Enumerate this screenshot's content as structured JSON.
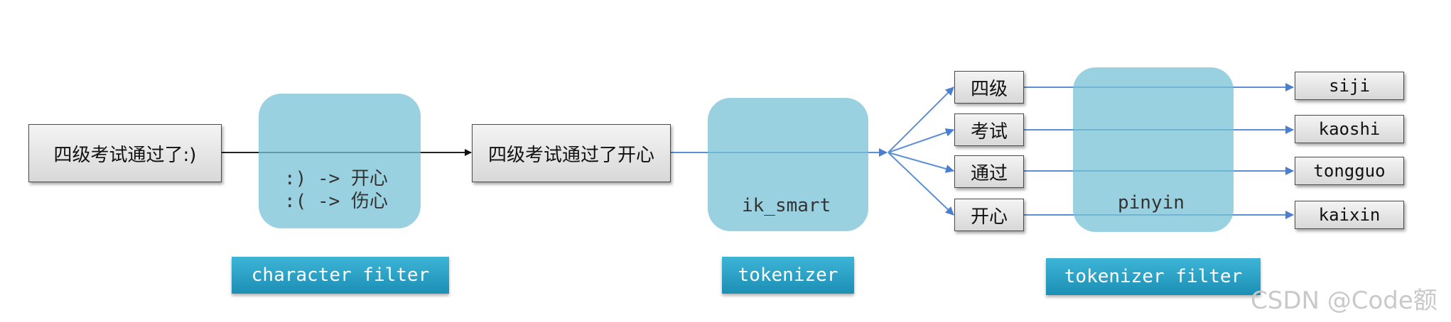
{
  "input_text": "四级考试通过了:)",
  "character_filter": {
    "rules": [
      ":) -> 开心",
      ":( -> 伤心"
    ],
    "label": "character filter"
  },
  "filtered_text": "四级考试通过了开心",
  "tokenizer": {
    "name": "ik_smart",
    "label": "tokenizer"
  },
  "tokens": [
    "四级",
    "考试",
    "通过",
    "开心"
  ],
  "tokenizer_filter": {
    "name": "pinyin",
    "label": "tokenizer filter"
  },
  "pinyin_tokens": [
    "siji",
    "kaoshi",
    "tongguo",
    "kaixin"
  ],
  "colors": {
    "connector": "#5b8fd6",
    "blob": "#78c2d6",
    "label_bg": "#2aa3c8"
  },
  "watermark": "CSDN @Code额"
}
